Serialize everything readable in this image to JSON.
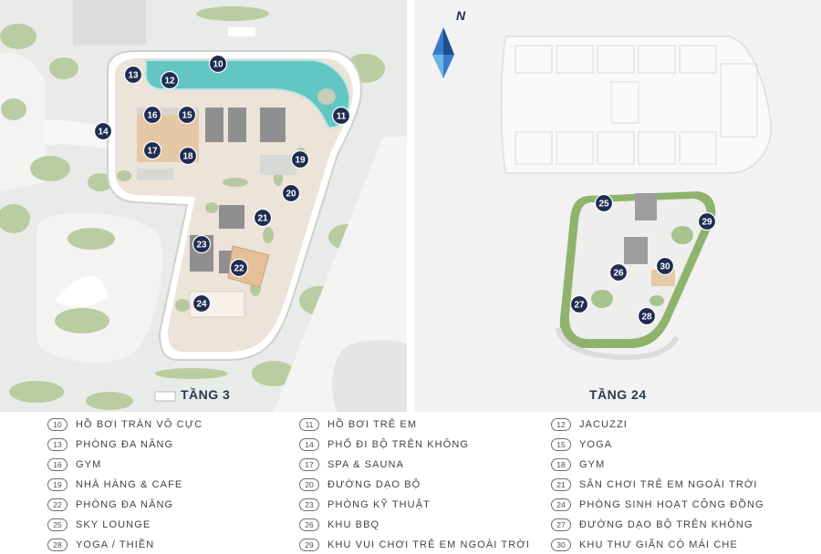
{
  "floors": [
    {
      "id": "tang-3",
      "label": "TẦNG 3"
    },
    {
      "id": "tang-24",
      "label": "TẦNG 24"
    }
  ],
  "compass": {
    "label": "N",
    "icon": "compass-arrow-icon",
    "color": "#1f4e8c"
  },
  "colors": {
    "marker": "#1f2d52",
    "green": "#a9c48a",
    "pool": "#5fc4c0",
    "deck": "#ecdfd3"
  },
  "markers": [
    "10",
    "11",
    "12",
    "13",
    "14",
    "15",
    "16",
    "17",
    "18",
    "19",
    "20",
    "21",
    "22",
    "23",
    "24",
    "25",
    "26",
    "27",
    "28",
    "29",
    "30"
  ],
  "legend": [
    {
      "num": "10",
      "label": "HỒ BƠI TRÀN VÔ CỰC"
    },
    {
      "num": "11",
      "label": "HỒ BƠI TRẺ EM"
    },
    {
      "num": "12",
      "label": "JACUZZI"
    },
    {
      "num": "13",
      "label": "PHÒNG ĐA NĂNG"
    },
    {
      "num": "14",
      "label": "PHỐ ĐI BỘ TRÊN KHÔNG"
    },
    {
      "num": "15",
      "label": "YOGA"
    },
    {
      "num": "16",
      "label": "GYM"
    },
    {
      "num": "17",
      "label": "SPA & SAUNA"
    },
    {
      "num": "18",
      "label": "GYM"
    },
    {
      "num": "19",
      "label": "NHÀ HÀNG & CAFE"
    },
    {
      "num": "20",
      "label": "ĐƯỜNG DẠO BỘ"
    },
    {
      "num": "21",
      "label": "SÂN CHƠI TRẺ EM NGOÀI TRỜI"
    },
    {
      "num": "22",
      "label": "PHÒNG ĐA NĂNG"
    },
    {
      "num": "23",
      "label": "PHÒNG KỸ THUẬT"
    },
    {
      "num": "24",
      "label": "PHÒNG SINH HOẠT CỘNG ĐỒNG"
    },
    {
      "num": "25",
      "label": "SKY LOUNGE"
    },
    {
      "num": "26",
      "label": "KHU BBQ"
    },
    {
      "num": "27",
      "label": "ĐƯỜNG DẠO BỘ TRÊN KHÔNG"
    },
    {
      "num": "28",
      "label": "YOGA / THIỀN"
    },
    {
      "num": "29",
      "label": "KHU VUI CHƠI TRẺ EM NGOÀI TRỜI"
    },
    {
      "num": "30",
      "label": "KHU THƯ GIÃN CÓ MÁI CHE"
    }
  ]
}
